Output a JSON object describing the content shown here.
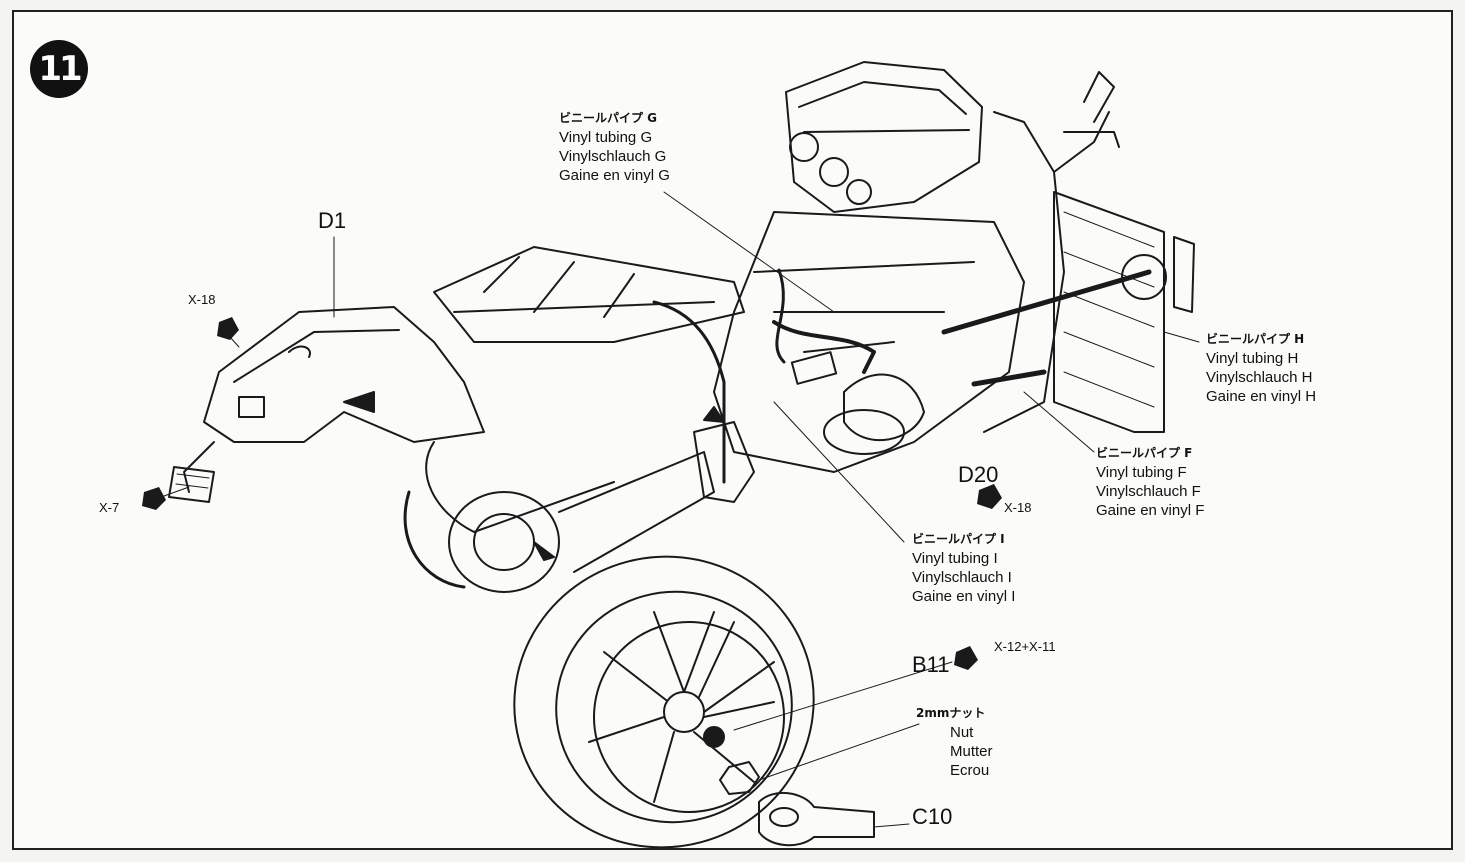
{
  "step": {
    "number": "11"
  },
  "parts": {
    "d1": "D1",
    "d20": "D20",
    "b11": "B11",
    "c10": "C10"
  },
  "screws": {
    "x18_left": "X-18",
    "x7": "X-7",
    "x18_right": "X-18",
    "x12_x11": "X-12+X-11"
  },
  "callouts": {
    "g": {
      "jp": "ビニールパイプ G",
      "en": "Vinyl tubing G",
      "de": "Vinylschlauch G",
      "fr": "Gaine en vinyl G"
    },
    "h": {
      "jp": "ビニールパイプ H",
      "en": "Vinyl tubing H",
      "de": "Vinylschlauch H",
      "fr": "Gaine en vinyl H"
    },
    "f": {
      "jp": "ビニールパイプ F",
      "en": "Vinyl tubing F",
      "de": "Vinylschlauch F",
      "fr": "Gaine en vinyl F"
    },
    "i": {
      "jp": "ビニールパイプ I",
      "en": "Vinyl tubing I",
      "de": "Vinylschlauch I",
      "fr": "Gaine en vinyl I"
    },
    "nut": {
      "jp": "2mmナット",
      "en": "Nut",
      "de": "Mutter",
      "fr": "Ecrou"
    }
  }
}
